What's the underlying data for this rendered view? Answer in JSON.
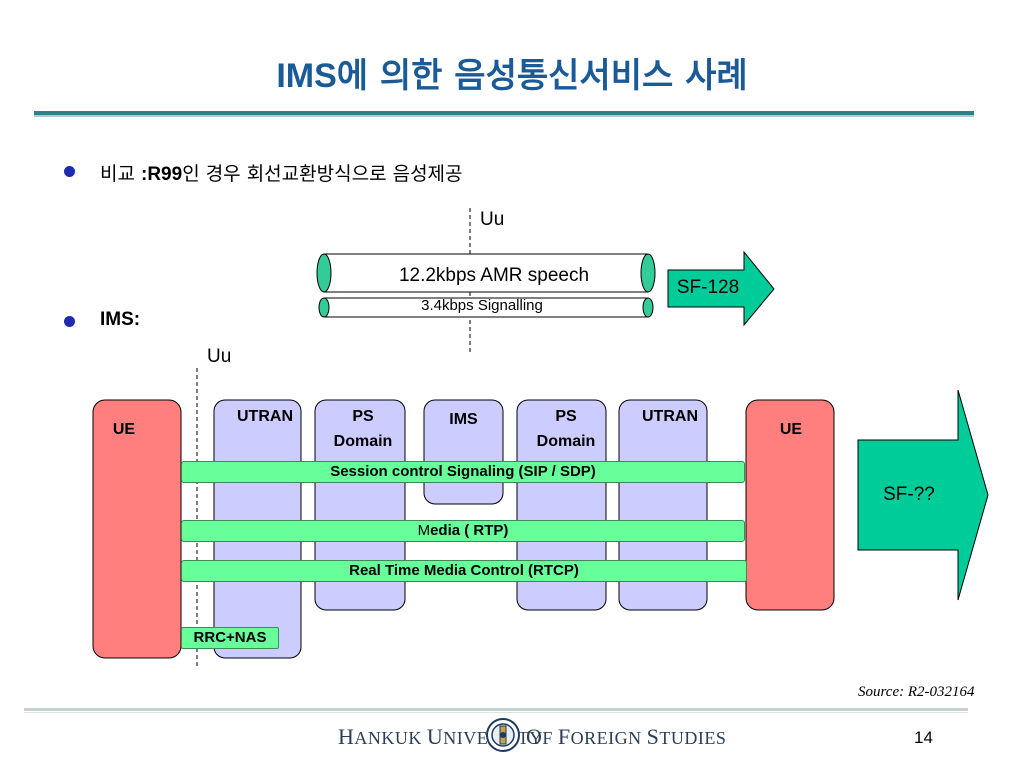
{
  "title": {
    "prefix": "IMS",
    "korean": "에 의한 음성통신서비스 사례"
  },
  "bullets": [
    {
      "prefix": "비교 ",
      "bold": ":R99",
      "suffix": "인 경우 회선교환방식으로 음성제공"
    },
    {
      "bold": "IMS:"
    }
  ],
  "r99_diagram": {
    "interface_label": "Uu",
    "pipe_speech": "12.2kbps AMR speech",
    "pipe_signalling": "3.4kbps Signalling",
    "arrow_label": "SF-128"
  },
  "ims_diagram": {
    "interface_label": "Uu",
    "ue_left": "UE",
    "ue_right": "UE",
    "nodes": [
      {
        "line1": "UTRAN",
        "line2": ""
      },
      {
        "line1": "PS",
        "line2": "Domain"
      },
      {
        "line1": "IMS",
        "line2": ""
      },
      {
        "line1": "PS",
        "line2": "Domain"
      },
      {
        "line1": "UTRAN",
        "line2": ""
      }
    ],
    "bars": {
      "sip": "Session control Signaling (SIP / SDP)",
      "media_first": "M",
      "media_rest": "edia ( RTP)",
      "rtcp": "Real Time Media Control (RTCP)",
      "rrc": "RRC+NAS"
    },
    "arrow_label": "SF-??"
  },
  "source": "Source: R2-032164",
  "footer": {
    "h1": "H",
    "w1": "ANKUK ",
    "h2": "U",
    "w2": "NIVERSITY",
    "h3": "O",
    "w3": "F ",
    "h4": "F",
    "w4": "OREIGN ",
    "h5": "S",
    "w5": "TUDIES"
  },
  "page_number": "14",
  "colors": {
    "title": "#1a5a96",
    "ue_fill": "#ff7f7f",
    "node_fill": "#ccccff",
    "bar_fill": "#66ff99",
    "arrow_fill": "#00cc99",
    "pipe_end": "#33cc99"
  }
}
